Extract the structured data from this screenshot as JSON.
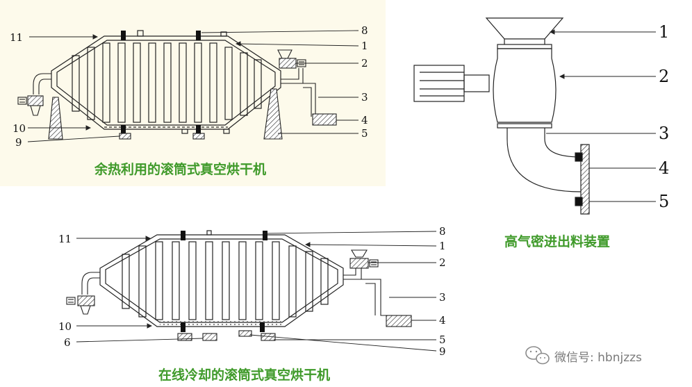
{
  "panel_top_left": {
    "caption": "余热利用的滚筒式真空烘干机",
    "labels": {
      "l11": "11",
      "l10": "10",
      "l9": "9",
      "l8": "8",
      "l1": "1",
      "l2": "2",
      "l3": "3",
      "l4": "4",
      "l5": "5"
    }
  },
  "panel_bottom_left": {
    "caption": "在线冷却的滚筒式真空烘干机",
    "labels": {
      "l11": "11",
      "l10": "10",
      "l6": "6",
      "l8": "8",
      "l1": "1",
      "l2": "2",
      "l3": "3",
      "l4": "4",
      "l5": "5",
      "l9": "9"
    }
  },
  "panel_right": {
    "caption": "高气密进出料装置",
    "labels": {
      "l1": "1",
      "l2": "2",
      "l3": "3",
      "l4": "4",
      "l5": "5"
    }
  },
  "watermark": {
    "text": "微信号: hbnjzzs",
    "icon": "wechat-icon"
  },
  "colors": {
    "caption_green": "#3f9a2a",
    "panel_bg": "#fdfaeb",
    "line": "#222222"
  }
}
